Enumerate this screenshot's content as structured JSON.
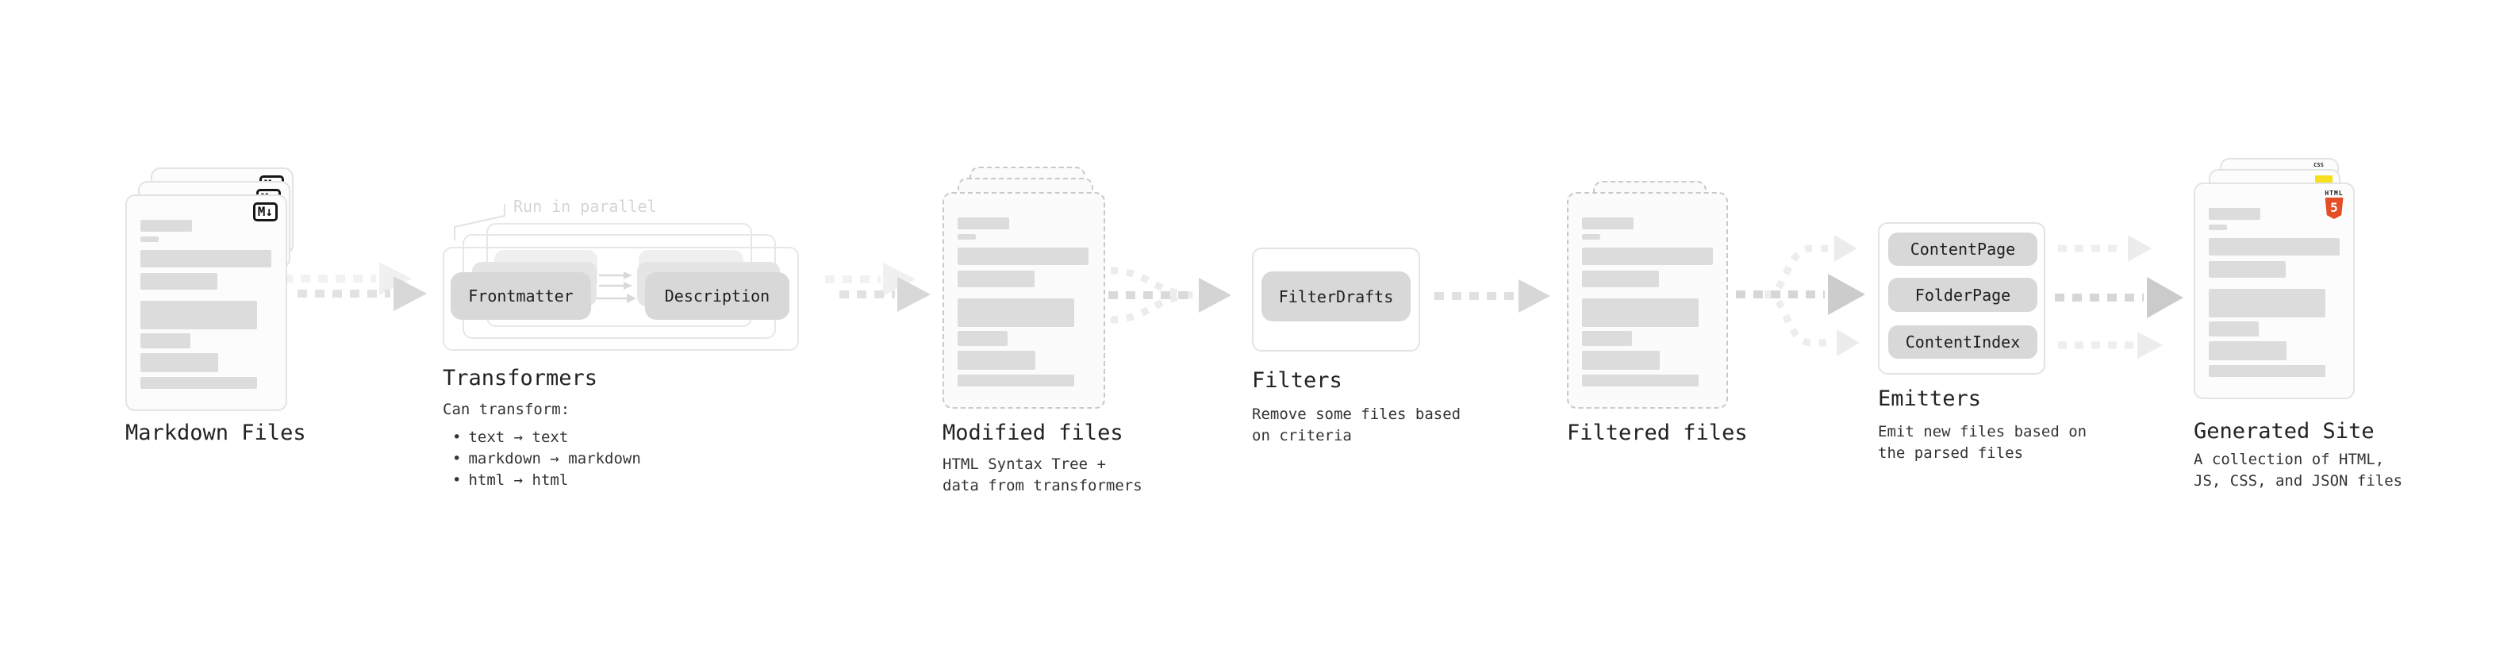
{
  "diagram": {
    "markdown_files": {
      "label": "Markdown Files",
      "badge": "M↓"
    },
    "transformers": {
      "label": "Transformers",
      "note": "Run in parallel",
      "node_frontmatter": "Frontmatter",
      "node_description": "Description",
      "desc_heading": "Can transform:",
      "bullet": "•",
      "bullets": [
        "text → text",
        "markdown → markdown",
        "html → html"
      ]
    },
    "modified_files": {
      "label": "Modified files",
      "desc_line1": "HTML Syntax Tree +",
      "desc_line2": "data from transformers"
    },
    "filters": {
      "label": "Filters",
      "node_filterdrafts": "FilterDrafts",
      "desc_line1": "Remove some files based",
      "desc_line2": "on criteria"
    },
    "filtered_files": {
      "label": "Filtered files"
    },
    "emitters": {
      "label": "Emitters",
      "node_contentpage": "ContentPage",
      "node_folderpage": "FolderPage",
      "node_contentindex": "ContentIndex",
      "desc_line1": "Emit new files based on",
      "desc_line2": "the parsed files"
    },
    "generated_site": {
      "label": "Generated Site",
      "badge_css": "CSS",
      "badge_html_text": "HTML",
      "badge_html_number": "5",
      "desc_line1": "A collection of HTML,",
      "desc_line2": "JS, CSS, and JSON files"
    }
  },
  "colors": {
    "accent_html5": "#e44d26",
    "accent_js": "#f7df1e",
    "accent_css": "#2b63e8"
  }
}
